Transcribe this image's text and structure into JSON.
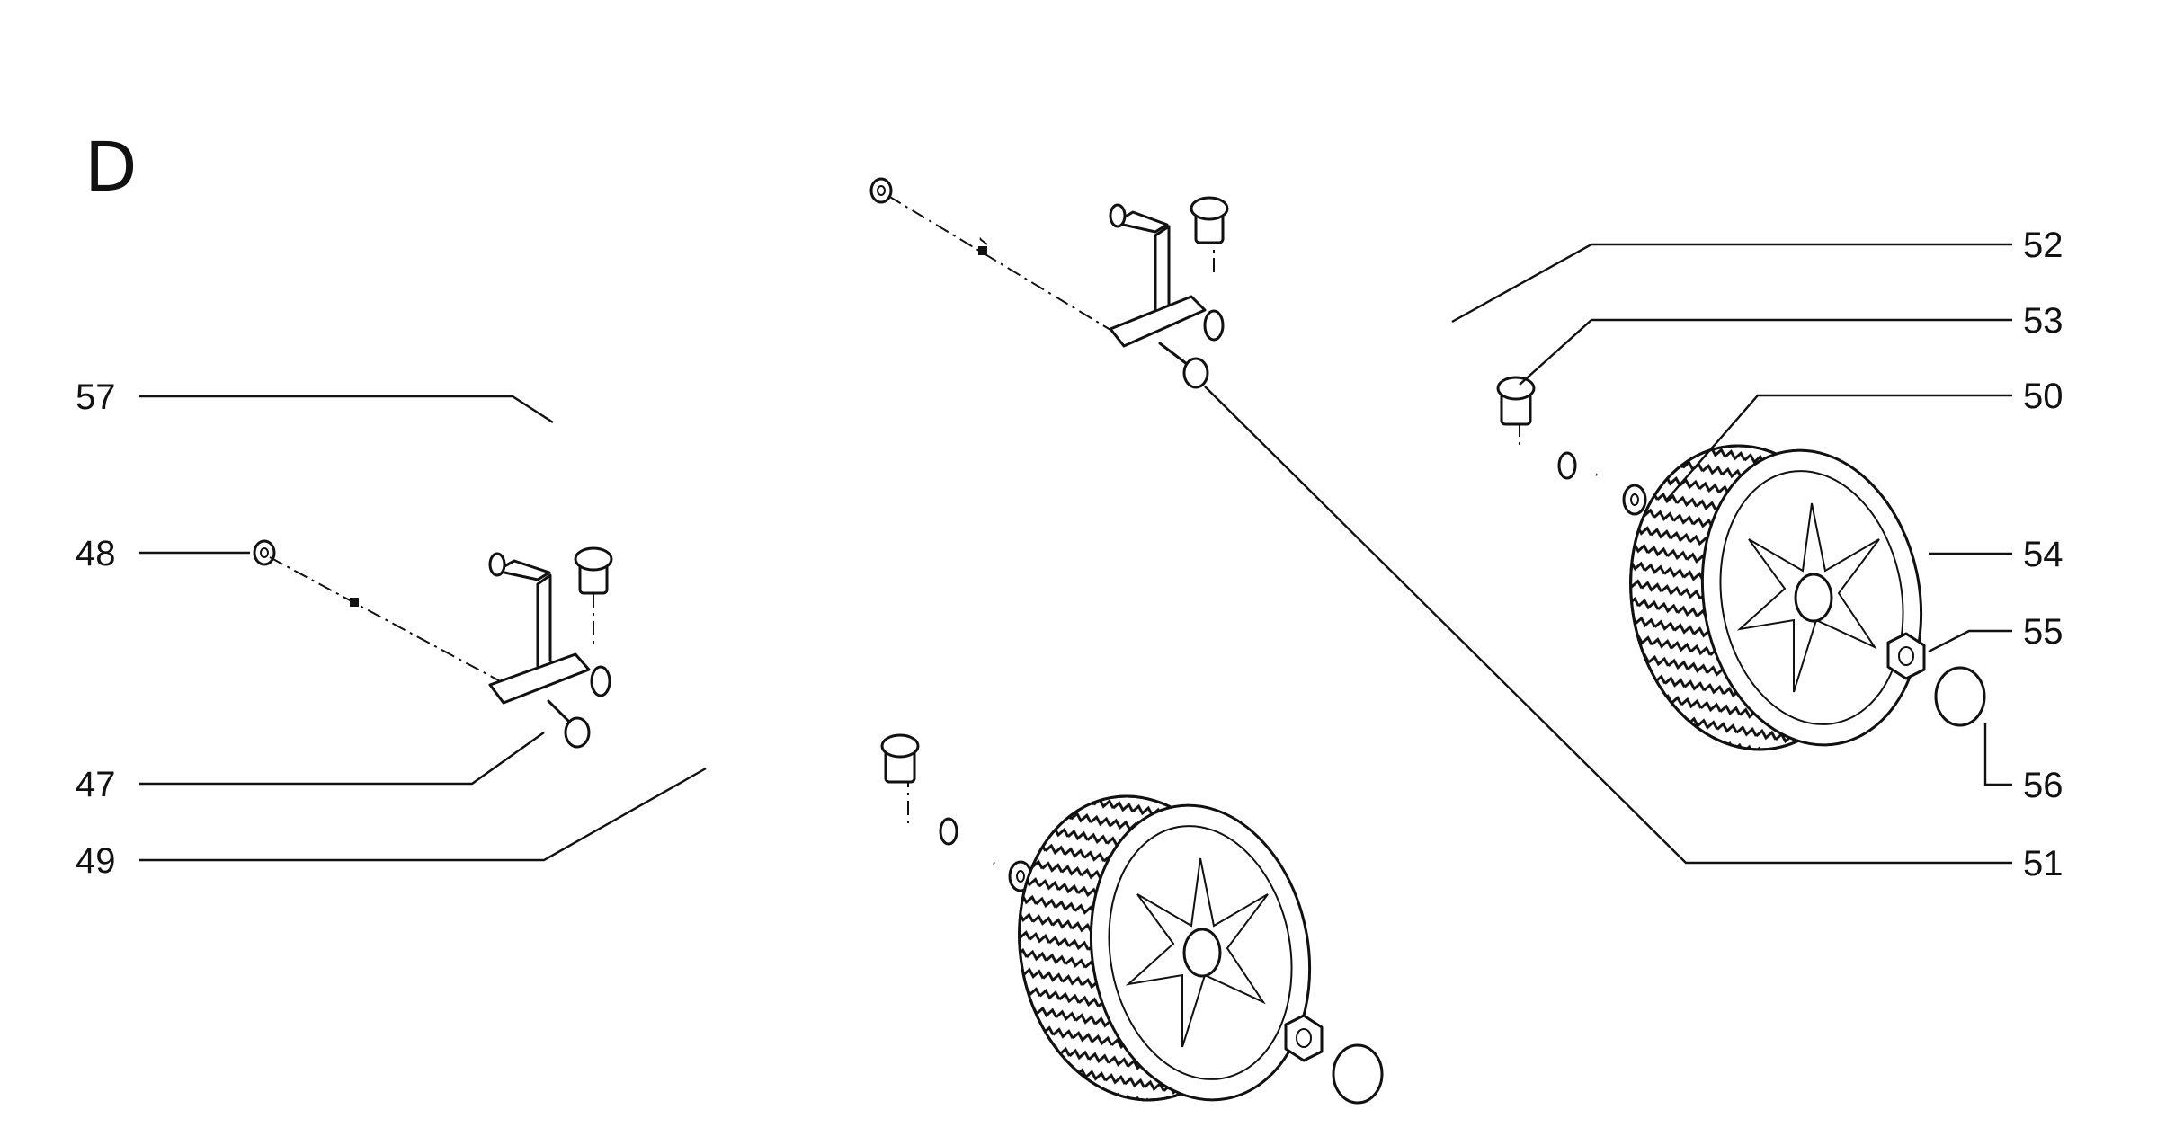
{
  "diagram": {
    "section_letter": "D",
    "callouts": [
      {
        "id": "52",
        "text": "52"
      },
      {
        "id": "53",
        "text": "53"
      },
      {
        "id": "50",
        "text": "50"
      },
      {
        "id": "54",
        "text": "54"
      },
      {
        "id": "55",
        "text": "55"
      },
      {
        "id": "56",
        "text": "56"
      },
      {
        "id": "51",
        "text": "51"
      },
      {
        "id": "57",
        "text": "57"
      },
      {
        "id": "48",
        "text": "48"
      },
      {
        "id": "47",
        "text": "47"
      },
      {
        "id": "49",
        "text": "49"
      }
    ]
  }
}
